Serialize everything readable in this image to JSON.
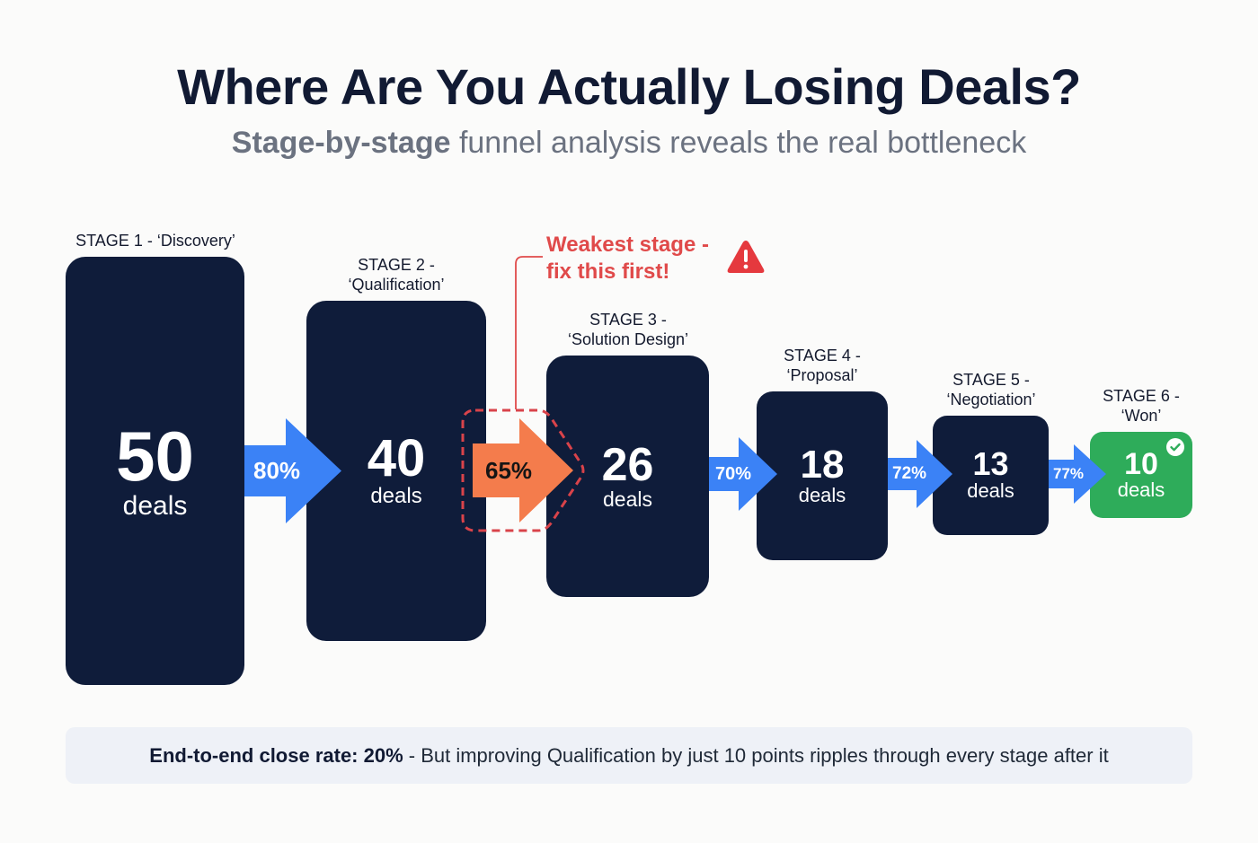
{
  "header": {
    "title": "Where Are You Actually Losing Deals?",
    "subtitle_bold": "Stage-by-stage",
    "subtitle_rest": " funnel analysis reveals the real bottleneck"
  },
  "stages": [
    {
      "label": "STAGE 1 - ‘Discovery’",
      "count": "50",
      "unit": "deals"
    },
    {
      "label": "STAGE 2 -\n‘Qualification’",
      "count": "40",
      "unit": "deals"
    },
    {
      "label": "STAGE 3 -\n‘Solution Design’",
      "count": "26",
      "unit": "deals"
    },
    {
      "label": "STAGE 4 -\n‘Proposal’",
      "count": "18",
      "unit": "deals"
    },
    {
      "label": "STAGE 5 -\n‘Negotiation’",
      "count": "13",
      "unit": "deals"
    },
    {
      "label": "STAGE 6 -\n‘Won’",
      "count": "10",
      "unit": "deals"
    }
  ],
  "conversions": [
    {
      "value": "80%",
      "weak": false
    },
    {
      "value": "65%",
      "weak": true
    },
    {
      "value": "70%",
      "weak": false
    },
    {
      "value": "72%",
      "weak": false
    },
    {
      "value": "77%",
      "weak": false
    }
  ],
  "callout": {
    "text": "Weakest stage -\nfix this first!",
    "icon": "warning-triangle-icon"
  },
  "won_badge_icon": "check-circle-icon",
  "banner": {
    "bold": "End-to-end close rate: 20%",
    "rest": " - But improving Qualification by just 10 points ripples through every stage after it"
  },
  "colors": {
    "stage_box": "#0f1c3a",
    "won_box": "#2eac5a",
    "arrow_blue": "#3b82f6",
    "arrow_weak": "#f47c4c",
    "alert_red": "#e04a4a",
    "title": "#111a33",
    "subtitle": "#6b7280",
    "banner_bg": "#eef1f7"
  },
  "chart_data": {
    "type": "funnel",
    "title": "Where Are You Actually Losing Deals?",
    "subtitle": "Stage-by-stage funnel analysis reveals the real bottleneck",
    "categories": [
      "Discovery",
      "Qualification",
      "Solution Design",
      "Proposal",
      "Negotiation",
      "Won"
    ],
    "values": [
      50,
      40,
      26,
      18,
      13,
      10
    ],
    "unit": "deals",
    "stage_conversion_rates": [
      {
        "from": "Discovery",
        "to": "Qualification",
        "rate": 80
      },
      {
        "from": "Qualification",
        "to": "Solution Design",
        "rate": 65
      },
      {
        "from": "Solution Design",
        "to": "Proposal",
        "rate": 70
      },
      {
        "from": "Proposal",
        "to": "Negotiation",
        "rate": 72
      },
      {
        "from": "Negotiation",
        "to": "Won",
        "rate": 77
      }
    ],
    "annotations": [
      {
        "target": "Qualification -> Solution Design (65%)",
        "text": "Weakest stage - fix this first!"
      },
      {
        "target": "footer",
        "text": "End-to-end close rate: 20% - But improving Qualification by just 10 points ripples through every stage after it"
      }
    ],
    "end_to_end_close_rate": 20
  }
}
